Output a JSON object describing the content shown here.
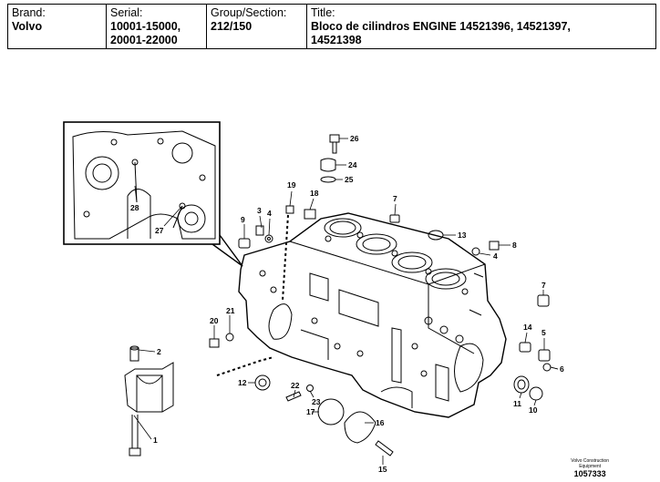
{
  "header": {
    "brand_label": "Brand:",
    "brand_value": "Volvo",
    "serial_label": "Serial:",
    "serial_line1": "10001-15000,",
    "serial_line2": "20001-22000",
    "group_label": "Group/Section:",
    "group_value": "212/150",
    "title_label": "Title:",
    "title_line1": "Bloco de cilindros ENGINE 14521396, 14521397,",
    "title_line2": "14521398"
  },
  "callouts": {
    "c1": "1",
    "c2": "2",
    "c3": "3",
    "c4": "4",
    "c4b": "4",
    "c5": "5",
    "c6": "6",
    "c7": "7",
    "c7b": "7",
    "c8": "8",
    "c9": "9",
    "c10": "10",
    "c11": "11",
    "c12": "12",
    "c13": "13",
    "c14": "14",
    "c15": "15",
    "c16": "16",
    "c17": "17",
    "c18": "18",
    "c19": "19",
    "c20": "20",
    "c21": "21",
    "c22": "22",
    "c23": "23",
    "c24": "24",
    "c25": "25",
    "c26": "26",
    "c27": "27",
    "c28": "28"
  },
  "footer": {
    "org_line1": "Volvo Construction",
    "org_line2": "Equipment",
    "drawing_number": "1057333"
  }
}
